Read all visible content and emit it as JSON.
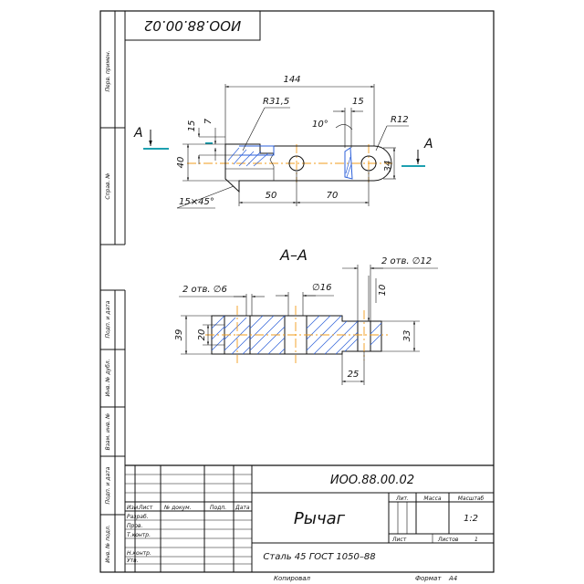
{
  "drawing": {
    "rotated_code": "ИОО.88.00.02",
    "part_name": "Рычаг",
    "doc_code": "ИОО.88.00.02",
    "material": "Сталь 45 ГОСТ 1050–88",
    "section_label": "А–А",
    "cut_letter_left": "А",
    "cut_letter_right": "А"
  },
  "dimensions": {
    "d144": "144",
    "r31": "R31,5",
    "d15b": "15",
    "ang10": "10°",
    "r12": "R12",
    "d15": "15",
    "d7": "7",
    "d40": "40",
    "d34": "34",
    "d50": "50",
    "d70": "70",
    "chamfer": "15×45°",
    "holes12": "2 отв. ∅12",
    "holes6": "2 отв. ∅6",
    "phi16": "∅16",
    "d10": "10",
    "d39": "39",
    "d20": "20",
    "d33": "33",
    "d25": "25"
  },
  "side_labels": {
    "perv": "Перв. примен.",
    "sprav": "Справ. №",
    "podp_data1": "Подп. и дата",
    "inv_dubl": "Инв. № дубл.",
    "vzam_inv": "Взам. инв. №",
    "podp_data2": "Подп. и дата",
    "inv_podl": "Инв. № подл."
  },
  "title_block": {
    "col_izm": "Изм.",
    "col_list": "Лист",
    "col_docnum": "№ докум.",
    "col_podp": "Подп.",
    "col_data": "Дата",
    "razrab": "Разраб.",
    "prov": "Пров.",
    "tkontr": "Т.контр.",
    "nkontr": "Н.контр.",
    "utv": "Утв.",
    "lit": "Лит.",
    "massa": "Масса",
    "masshtab": "Масштаб",
    "scale": "1:2",
    "list": "Лист",
    "listov": "Листов",
    "listov_val": "1"
  },
  "footer": {
    "kopiroval": "Копировал",
    "format": "Формат",
    "format_val": "А4"
  }
}
